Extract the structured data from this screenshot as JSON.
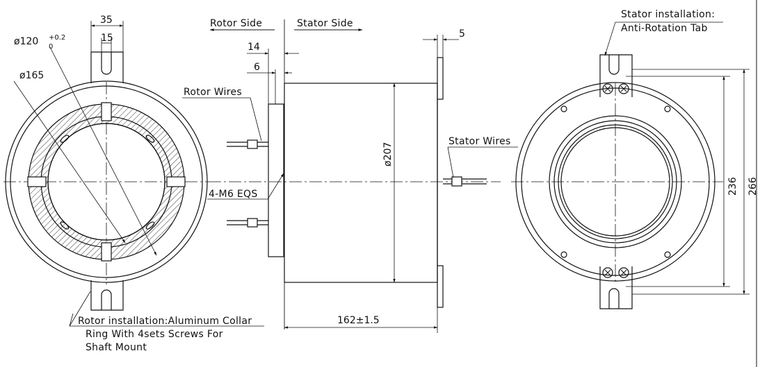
{
  "labels": {
    "dia_120": "ø120",
    "tol_upper": "+0.2",
    "tol_lower": "0",
    "dia_165": "ø165",
    "dim_35": "35",
    "dim_15": "15",
    "rotor_side": "Rotor Side",
    "stator_side": "Stator Side",
    "dim_14": "14",
    "dim_6": "6",
    "rotor_wires": "Rotor Wires",
    "m6": "4-M6 EQS",
    "dia_207": "ø207",
    "dim_5": "5",
    "stator_wires": "Stator Wires",
    "len_162": "162±1.5",
    "stator_install_1": "Stator installation:",
    "stator_install_2": "Anti-Rotation Tab",
    "dim_236": "236",
    "dim_266": "266",
    "rotor_install_1": "Rotor installation:Aluminum Collar",
    "rotor_install_2": "Ring With 4sets Screws For",
    "rotor_install_3": "Shaft Mount"
  },
  "colors": {
    "line": "#111111",
    "hatch": "#444444",
    "background": "#ffffff"
  }
}
